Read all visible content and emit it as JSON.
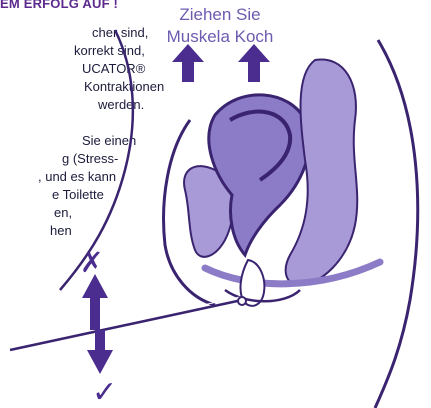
{
  "heading": "EM ERFOLG AUF !",
  "text_lines": [
    "cher sind,",
    "korrekt sind,",
    "UCATOR®",
    "Kontraktionen",
    "werden.",
    "Sie einen",
    "g (Stress-",
    ", und es kann",
    "e Toilette",
    "en,",
    "hen"
  ],
  "caption": {
    "line1": "Ziehen Sie",
    "line2": "Muskela Koch"
  },
  "marks": {
    "wrong": "✗",
    "right": "✓"
  },
  "colors": {
    "organ_light": "#a89ad6",
    "organ_mid": "#8c7cc8",
    "outline_dark": "#3a2470",
    "arrow_purple": "#4b2d8f",
    "caption_purple": "#6e5bb0"
  }
}
